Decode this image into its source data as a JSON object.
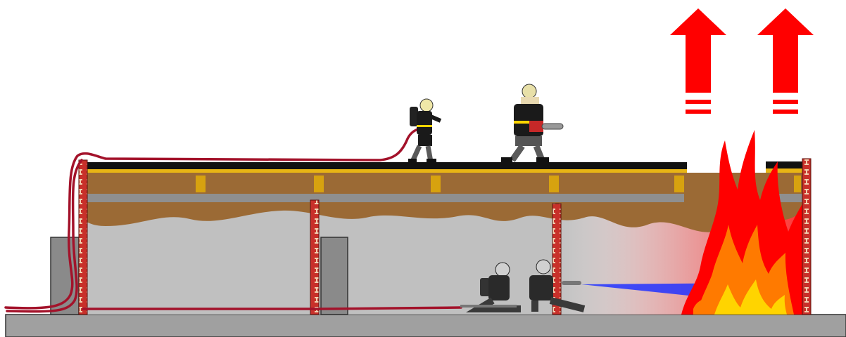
{
  "diagram": {
    "kind": "firefighting-ventilation-cross-section",
    "components": {
      "vent_arrows": {
        "count": 2,
        "meaning": "upward-heat-release",
        "color": "#ff0000"
      },
      "roof_crew": {
        "count": 2,
        "roles": [
          "hose-handler",
          "chainsaw-operator"
        ]
      },
      "interior_crew": {
        "count": 2,
        "role": "nozzle-team"
      },
      "fire": {
        "colors": [
          "#ff0000",
          "#ff7a00",
          "#ffd400"
        ]
      },
      "water_stream": {
        "color": "#2233ff"
      },
      "smoke_layer": {
        "color": "#9b6a35"
      },
      "interior_air": {
        "color": "#c0c0c0"
      },
      "hose": {
        "color": "#a3122a"
      },
      "walls": {
        "brick_color": "#c8302a",
        "mortar_color": "#f2d0b0"
      },
      "ground": {
        "color": "#a0a0a0"
      }
    }
  }
}
